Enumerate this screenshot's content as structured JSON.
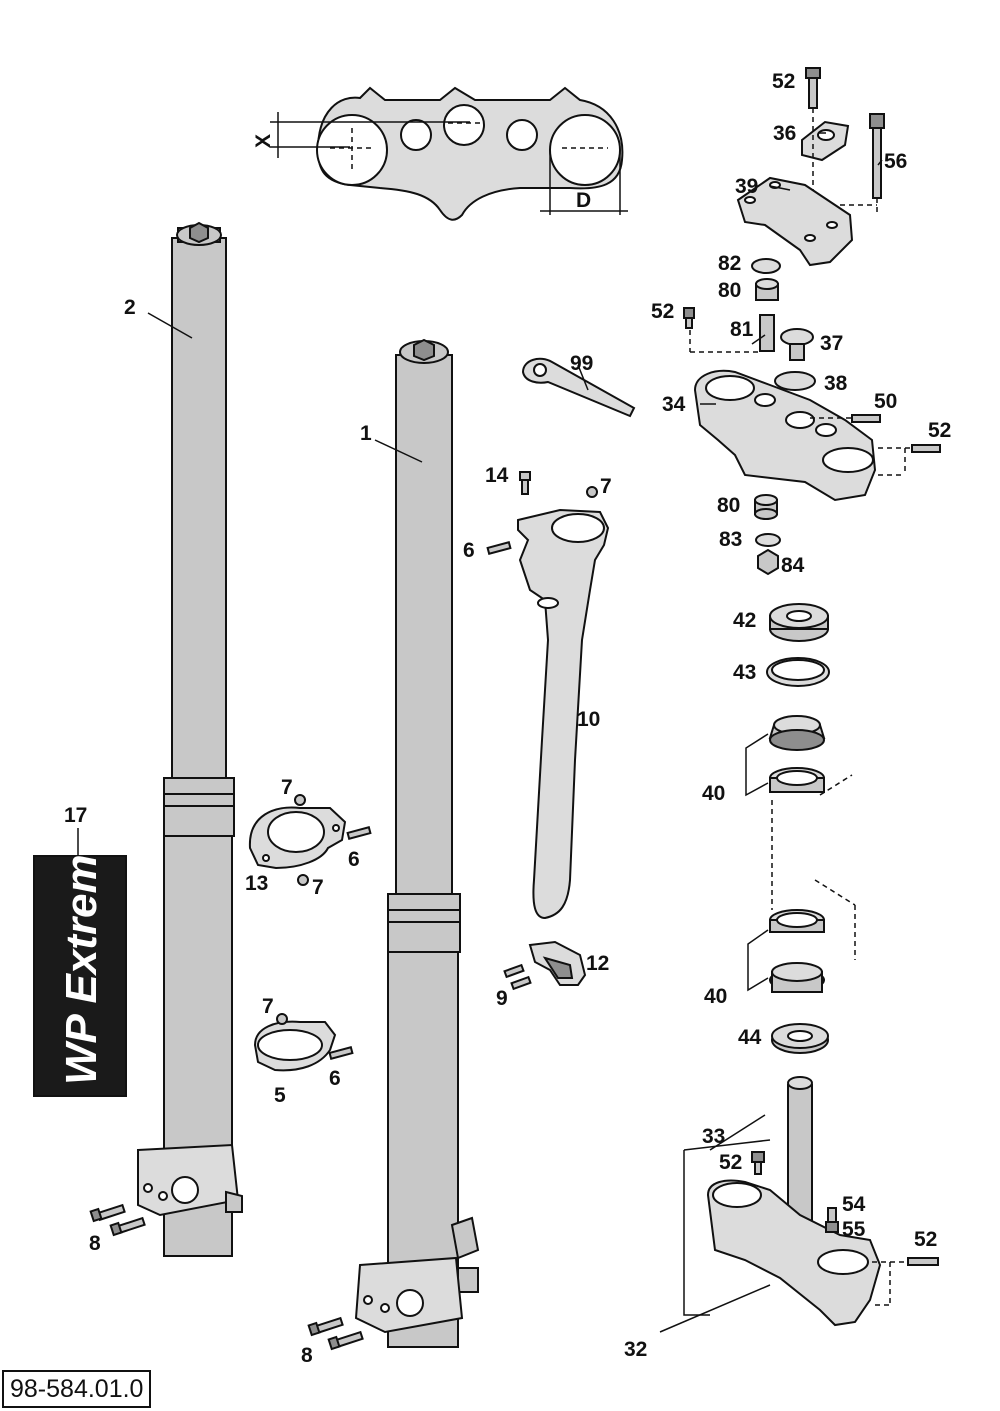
{
  "diagram": {
    "reference_number": "98-584.01.0",
    "sticker_text": "WP Extreme",
    "dimension_labels": {
      "x": "X",
      "d": "D"
    },
    "callouts": {
      "c1": "1",
      "c2": "2",
      "c5": "5",
      "c6a": "6",
      "c6b": "6",
      "c6c": "6",
      "c7a": "7",
      "c7b": "7",
      "c7c": "7",
      "c7d": "7",
      "c8a": "8",
      "c8b": "8",
      "c9": "9",
      "c10": "10",
      "c12": "12",
      "c13": "13",
      "c14": "14",
      "c17": "17",
      "c32": "32",
      "c33": "33",
      "c34": "34",
      "c36": "36",
      "c37": "37",
      "c38": "38",
      "c39": "39",
      "c40a": "40",
      "c40b": "40",
      "c42": "42",
      "c43": "43",
      "c44": "44",
      "c50": "50",
      "c52a": "52",
      "c52b": "52",
      "c52c": "52",
      "c52d": "52",
      "c52e": "52",
      "c54": "54",
      "c55": "55",
      "c56": "56",
      "c80a": "80",
      "c80b": "80",
      "c81": "81",
      "c82": "82",
      "c83": "83",
      "c84": "84",
      "c99": "99"
    }
  }
}
